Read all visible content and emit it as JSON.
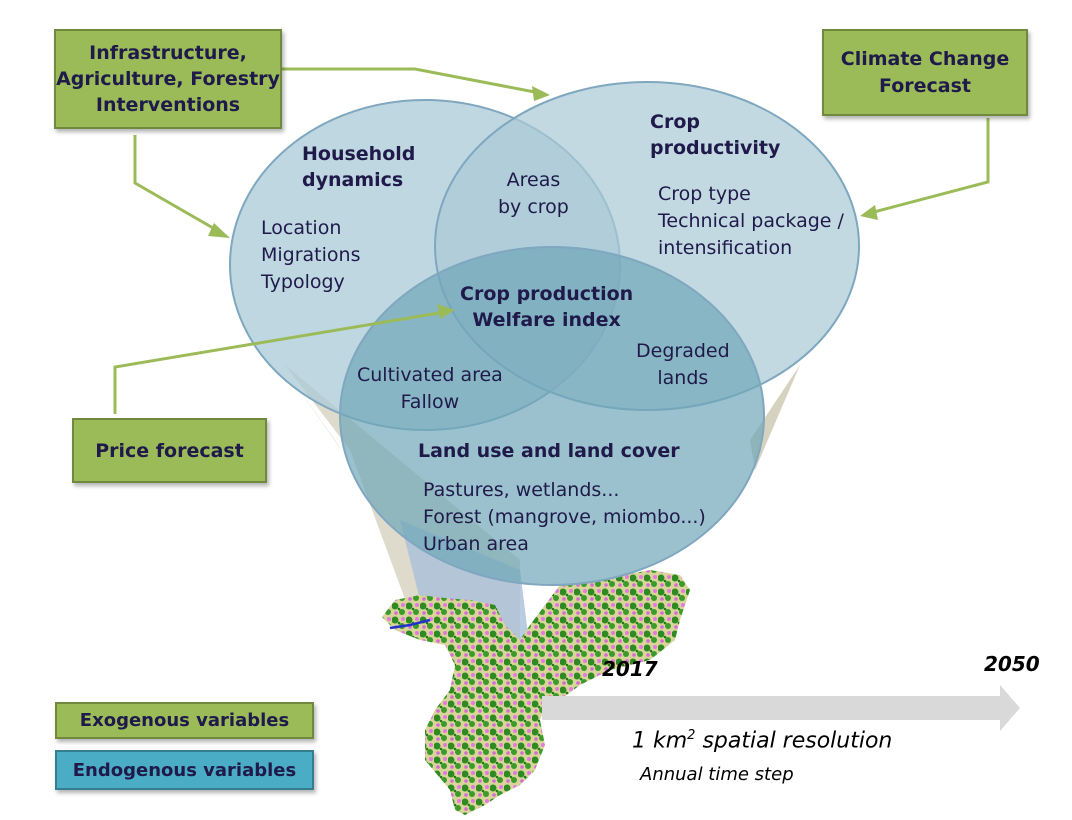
{
  "exogenous_boxes": {
    "interventions": "Infrastructure,\nAgriculture, Forestry\nInterventions",
    "climate": "Climate Change\nForecast",
    "price": "Price forecast"
  },
  "circles": {
    "household": {
      "title": "Household\ndynamics",
      "items": "Location\nMigrations\nTypology"
    },
    "crop": {
      "title": "Crop\nproductivity",
      "items": "Crop type\nTechnical package /\nintensification"
    },
    "land": {
      "title": "Land use and land cover",
      "items": "Pastures, wetlands...\nForest (mangrove, miombo...)\nUrban area"
    }
  },
  "overlaps": {
    "household_crop": "Areas\nby crop",
    "center": "Crop production\nWelfare index",
    "household_land": "Cultivated area\nFallow",
    "crop_land": "Degraded\nlands"
  },
  "timeline": {
    "start": "2017",
    "end": "2050",
    "resolution_prefix": "1 km",
    "resolution_sup": "2",
    "resolution_suffix": " spatial resolution",
    "time_step": "Annual time step"
  },
  "legend": {
    "exogenous": "Exogenous variables",
    "endogenous": "Endogenous variables"
  },
  "colors": {
    "exogenous": "#9bbb59",
    "endogenous": "#4bacc6",
    "text": "#1f1a4a"
  }
}
